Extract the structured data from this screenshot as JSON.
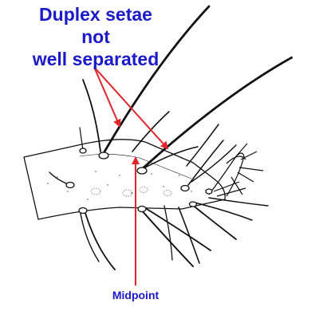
{
  "annotations": {
    "duplex_lines": [
      "Duplex setae",
      "not",
      "well separated"
    ],
    "midpoint": "Midpoint"
  },
  "colors": {
    "annotation_text": "#1a1acc",
    "arrow": "#e0262b",
    "ink": "#111111"
  }
}
